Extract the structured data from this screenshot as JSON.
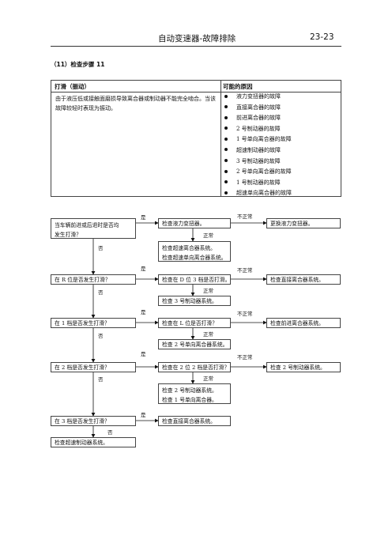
{
  "header": {
    "title": "自动变速器-故障排除",
    "page": "23-23"
  },
  "section": "（11）检查步骤 11",
  "table": {
    "col1_header": "打滑（振动）",
    "col2_header": "可能的原因",
    "description": "由于液压低或接触面磨损导致离合器或制动器不能完全啮合。当该故障较轻时表现为振动。",
    "causes": [
      "液力变扭器的故障",
      "直接离合器的故障",
      "前进离合器的故障",
      "2 号制动器的故障",
      "1 号单向离合器的故障",
      "超速制动器的故障",
      "3 号制动器的故障",
      "2 号单向离合器的故障",
      "1 号制动器的故障",
      "超速单向离合器的故障"
    ]
  },
  "flow": {
    "yes": "是",
    "no": "否",
    "abnormal": "不正常",
    "normal": "正常",
    "q1": [
      "当车辆前进或后退时是否均",
      "发生打滑？"
    ],
    "c1": "检查液力变扭器。",
    "f1": "更换液力变扭器。",
    "n1": [
      "检查超速离合器系统。",
      "检查超速单向离合器系统。"
    ],
    "q2": "在 R 位是否发生打滑？",
    "c2": "检查在 D 位 3 档是否打滑。",
    "f2": "检查直接离合器系统。",
    "n2": "检查 3 号制动器系统。",
    "q3": "在 1 档是否发生打滑？",
    "c3": "检查在 L 位是否打滑？",
    "f3": "检查前进离合器系统。",
    "n3": "检查 2 号单向离合器系统。",
    "q4": "在 2 档是否发生打滑？",
    "c4": "检查在 2 位 2 档是否打滑？",
    "f4": "检查 2 号制动器系统。",
    "n4": [
      "检查 2 号制动器系统。",
      "检查 1 号单向离合器。"
    ],
    "q5": "在 3 档是否发生打滑？",
    "c5": "检查直接离合器系统。",
    "final": "检查超速制动器系统。"
  }
}
